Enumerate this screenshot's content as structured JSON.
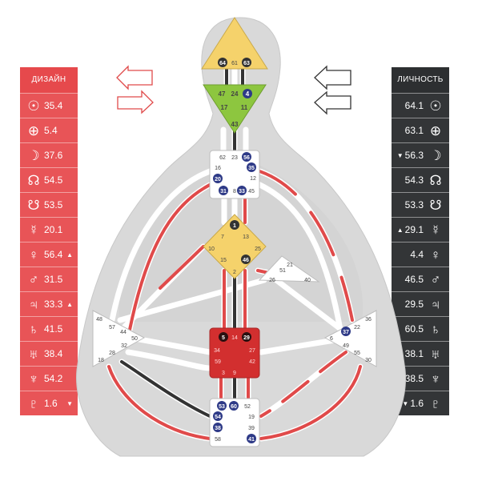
{
  "design": {
    "title": "ДИЗАЙН",
    "color": "#e85457",
    "rows": [
      {
        "symbol": "☉",
        "icon": "sun-icon",
        "value": "35.4",
        "arrow": ""
      },
      {
        "symbol": "⊕",
        "icon": "earth-icon",
        "value": "5.4",
        "arrow": ""
      },
      {
        "symbol": "☽",
        "icon": "moon-icon",
        "value": "37.6",
        "arrow": ""
      },
      {
        "symbol": "☊",
        "icon": "north-node-icon",
        "value": "54.5",
        "arrow": ""
      },
      {
        "symbol": "☋",
        "icon": "south-node-icon",
        "value": "53.5",
        "arrow": ""
      },
      {
        "symbol": "☿",
        "icon": "mercury-icon",
        "value": "20.1",
        "arrow": ""
      },
      {
        "symbol": "♀",
        "icon": "venus-icon",
        "value": "56.4",
        "arrow": "▲"
      },
      {
        "symbol": "♂",
        "icon": "mars-icon",
        "value": "31.5",
        "arrow": ""
      },
      {
        "symbol": "♃",
        "icon": "jupiter-icon",
        "value": "33.3",
        "arrow": "▲"
      },
      {
        "symbol": "♄",
        "icon": "saturn-icon",
        "value": "41.5",
        "arrow": ""
      },
      {
        "symbol": "♅",
        "icon": "uranus-icon",
        "value": "38.4",
        "arrow": ""
      },
      {
        "symbol": "♆",
        "icon": "neptune-icon",
        "value": "54.2",
        "arrow": ""
      },
      {
        "symbol": "♇",
        "icon": "pluto-icon",
        "value": "1.6",
        "arrow": "▼"
      }
    ]
  },
  "personality": {
    "title": "ЛИЧНОСТЬ",
    "color": "#333537",
    "rows": [
      {
        "symbol": "☉",
        "icon": "sun-icon",
        "value": "64.1",
        "arrow": ""
      },
      {
        "symbol": "⊕",
        "icon": "earth-icon",
        "value": "63.1",
        "arrow": ""
      },
      {
        "symbol": "☽",
        "icon": "moon-icon",
        "value": "56.3",
        "arrow": "▼"
      },
      {
        "symbol": "☊",
        "icon": "north-node-icon",
        "value": "54.3",
        "arrow": ""
      },
      {
        "symbol": "☋",
        "icon": "south-node-icon",
        "value": "53.3",
        "arrow": ""
      },
      {
        "symbol": "☿",
        "icon": "mercury-icon",
        "value": "29.1",
        "arrow": "▲"
      },
      {
        "symbol": "♀",
        "icon": "venus-icon",
        "value": "4.4",
        "arrow": ""
      },
      {
        "symbol": "♂",
        "icon": "mars-icon",
        "value": "46.5",
        "arrow": ""
      },
      {
        "symbol": "♃",
        "icon": "jupiter-icon",
        "value": "29.5",
        "arrow": ""
      },
      {
        "symbol": "♄",
        "icon": "saturn-icon",
        "value": "60.5",
        "arrow": ""
      },
      {
        "symbol": "♅",
        "icon": "uranus-icon",
        "value": "38.1",
        "arrow": "▲"
      },
      {
        "symbol": "♆",
        "icon": "neptune-icon",
        "value": "38.5",
        "arrow": ""
      },
      {
        "symbol": "♇",
        "icon": "pluto-icon",
        "value": "1.6",
        "arrow": "▼"
      }
    ]
  },
  "colors": {
    "head": "#f5d26b",
    "ajna": "#8dc63f",
    "g_center": "#f5d26b",
    "sacral": "#d22f2f",
    "open_center": "#ffffff",
    "body_silhouette": "#d9d9d9",
    "channel_red": "#e04a4a",
    "channel_black": "#333333",
    "highlight_dot": "#2e3a87"
  },
  "gates": {
    "head": [
      "64",
      "61",
      "63"
    ],
    "ajna": [
      "47",
      "24",
      "4",
      "17",
      "11",
      "43"
    ],
    "throat": [
      "62",
      "23",
      "56",
      "16",
      "35",
      "12",
      "20",
      "31",
      "8",
      "33",
      "45"
    ],
    "g": [
      "1",
      "7",
      "13",
      "10",
      "25",
      "15",
      "46",
      "2"
    ],
    "heart": [
      "21",
      "51",
      "26",
      "40"
    ],
    "spleen": [
      "48",
      "57",
      "44",
      "50",
      "32",
      "28",
      "18"
    ],
    "solar_plexus": [
      "36",
      "22",
      "37",
      "6",
      "49",
      "55",
      "30"
    ],
    "sacral": [
      "5",
      "14",
      "29",
      "34",
      "27",
      "59",
      "42",
      "3",
      "9"
    ],
    "root": [
      "53",
      "60",
      "52",
      "54",
      "19",
      "38",
      "39",
      "58",
      "41"
    ]
  }
}
